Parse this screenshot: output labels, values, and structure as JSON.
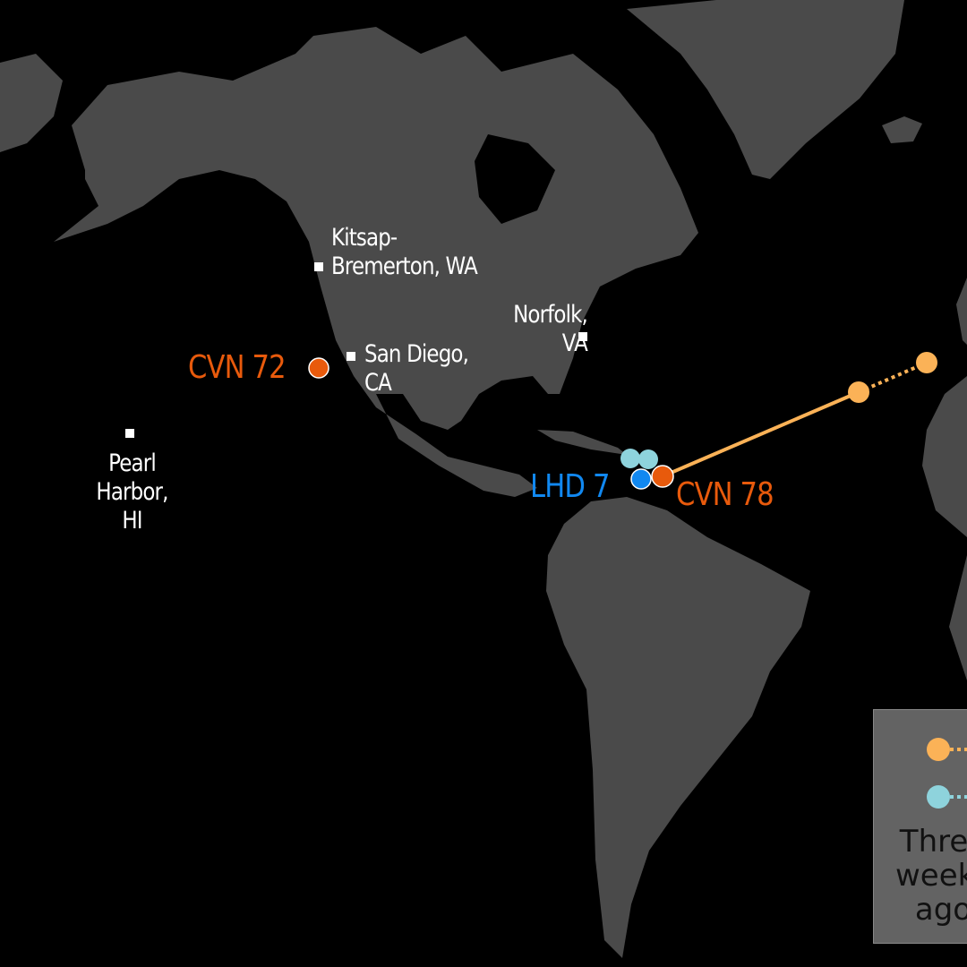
{
  "colors": {
    "ocean": "#000000",
    "land": "#4a4a4a",
    "carrier": "#e85a0c",
    "amphibious": "#1188f0",
    "track_carrier": "#fbb257",
    "track_amphibious": "#8ed3dc",
    "port": "#ffffff"
  },
  "ports": [
    {
      "name": "Kitsap-\nBremerton, WA",
      "line1": "Kitsap-",
      "line2": "Bremerton, WA"
    },
    {
      "name": "Norfolk, VA",
      "line1": "Norfolk,",
      "line2": "VA"
    },
    {
      "name": "San Diego, CA",
      "line1": "San Diego,",
      "line2": "CA"
    },
    {
      "name": "Pearl Harbor, HI",
      "line1": "Pearl",
      "line2": "Harbor,",
      "line3": "HI"
    }
  ],
  "ships": [
    {
      "label": "CVN 72",
      "type": "carrier"
    },
    {
      "label": "CVN 78",
      "type": "carrier"
    },
    {
      "label": "LHD 7",
      "type": "amphibious"
    }
  ],
  "legend": {
    "items": [
      {
        "icon": "orange-track-dot-icon"
      },
      {
        "icon": "teal-track-dot-icon"
      }
    ],
    "text": "Three weeks ago"
  }
}
